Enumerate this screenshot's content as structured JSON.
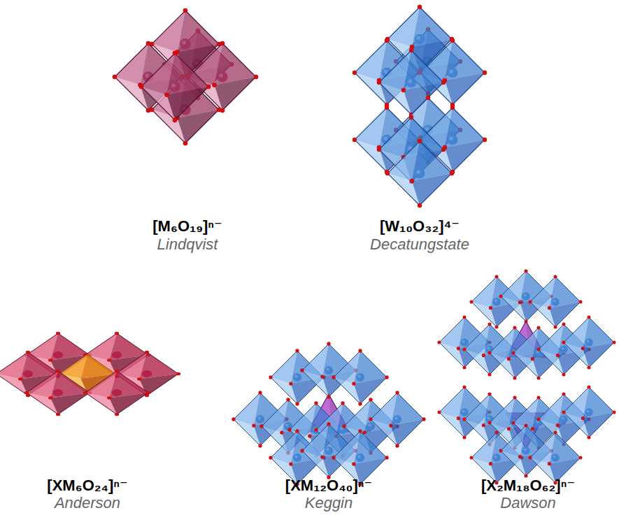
{
  "diagram": {
    "labels": [
      "[M₆O₁₉]ⁿ⁻",
      "Lindqvist",
      "[W₁₀O₃₂]⁴⁻",
      "Decatungstate",
      "[XM₆O₂₄]ⁿ⁻",
      "Anderson",
      "[XM₁₂O₄₀]ⁿ⁻",
      "Keggin",
      "[X₂M₁₈O₆₂]ⁿ⁻",
      "Dawson"
    ]
  }
}
